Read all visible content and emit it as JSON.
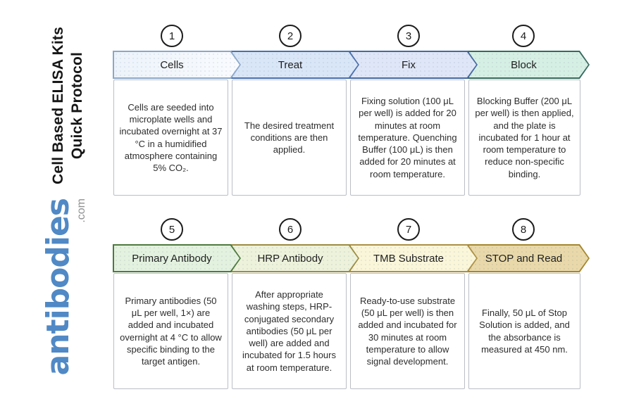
{
  "title": {
    "line1": "Cell Based ELISA Kits",
    "line2": "Quick Protocol"
  },
  "logo": {
    "name": "antibodies",
    "tld": ".com",
    "brand_color": "#5089c5",
    "tld_color": "#8f9092"
  },
  "steps": [
    {
      "number": "1",
      "label": "Cells",
      "description": "Cells are seeded into microplate wells and incubated overnight at 37 °C in a humidified atmosphere containing 5% CO₂.",
      "fill": "#ecf3fa",
      "fill_end": "#f9fbfe",
      "border": "#8ba7c9"
    },
    {
      "number": "2",
      "label": "Treat",
      "description": "The desired treatment conditions are then applied.",
      "fill": "#d9e6f7",
      "border": "#4a6fab"
    },
    {
      "number": "3",
      "label": "Fix",
      "description": "Fixing solution (100 μL per well) is added for 20 minutes at room temperature. Quenching Buffer (100 μL) is then added for 20 minutes at room temperature.",
      "fill": "#dfe6f7",
      "border": "#46699f"
    },
    {
      "number": "4",
      "label": "Block",
      "description": "Blocking Buffer (200 μL per well) is then applied, and the plate is incubated for 1 hour at room temperature to reduce non-specific binding.",
      "fill": "#d6efe4",
      "border": "#37695d"
    },
    {
      "number": "5",
      "label": "Primary Antibody",
      "description": "Primary antibodies (50 μL per well, 1×) are added and incubated overnight at 4 °C to allow specific binding to the target antigen.",
      "fill": "#e3f2df",
      "border": "#4d7a3e"
    },
    {
      "number": "6",
      "label": "HRP Antibody",
      "description": "After appropriate washing steps, HRP-conjugated secondary antibodies (50 μL per well) are added and incubated for 1.5 hours at room temperature.",
      "fill": "#edf2db",
      "border": "#9b8c42"
    },
    {
      "number": "7",
      "label": "TMB Substrate",
      "description": "Ready-to-use substrate (50 μL per well) is then added and incubated for 30 minutes at room temperature to allow signal development.",
      "fill": "#faf6da",
      "border": "#ac9044"
    },
    {
      "number": "8",
      "label": "STOP and Read",
      "description": "Finally, 50 μL of Stop Solution is added, and the absorbance is measured at 450 nm.",
      "fill": "#e9d9aa",
      "border": "#a5862f"
    }
  ]
}
